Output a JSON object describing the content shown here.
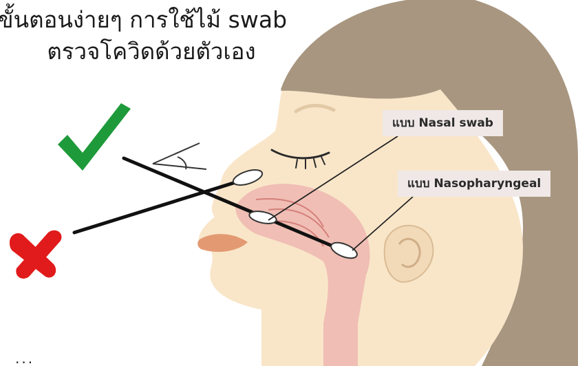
{
  "title": {
    "line1": "ขั้นตอนง่ายๆ การใช้ไม้ swab",
    "line2": "ตรวจโควิดด้วยตัวเอง"
  },
  "labels": {
    "nasal": "แบบ Nasal swab",
    "nasopharyngeal": "แบบ Nasopharyngeal"
  },
  "caption": "...",
  "icons": {
    "correct": "check-mark-icon",
    "wrong": "cross-mark-icon"
  },
  "colors": {
    "check": "#1e9a3a",
    "cross": "#e11b1b",
    "hair": "#a89680",
    "skin": "#f9e6c9",
    "cavity": "#efb6b0",
    "label_bg": "#efe8e6"
  }
}
